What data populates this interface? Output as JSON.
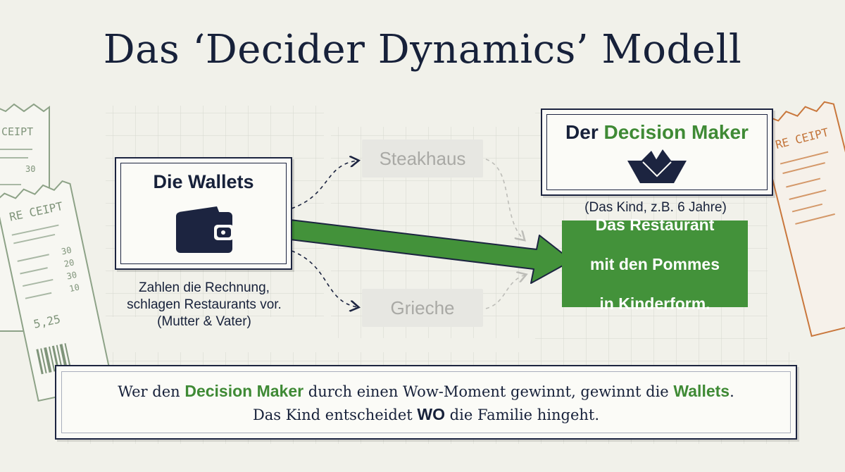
{
  "title": "Das ‘Decider Dynamics’ Modell",
  "wallets": {
    "title": "Die Wallets",
    "caption_line1": "Zahlen die Rechnung,",
    "caption_line2": "schlagen Restaurants vor.",
    "caption_line3": "(Mutter & Vater)"
  },
  "decider": {
    "title_prefix": "Der ",
    "title_highlight": "Decision Maker",
    "caption": "(Das Kind, z.B. 6 Jahre)"
  },
  "options": {
    "top": "Steakhaus",
    "bottom": "Grieche"
  },
  "target": {
    "line1": "Das Restaurant",
    "line2": "mit den Pommes",
    "line3": "in Kinderform."
  },
  "summary": {
    "line1_a": "Wer den ",
    "line1_b": "Decision Maker",
    "line1_c": " durch einen Wow-Moment gewinnt, gewinnt die ",
    "line1_d": "Wallets",
    "line1_e": ".",
    "line2_a": "Das Kind entscheidet ",
    "line2_b": "WO",
    "line2_c": " die Familie hingeht."
  },
  "receipts": {
    "left_back_header": "CEIPT",
    "left_back_value": "30",
    "left_front_header": "RE CEIPT",
    "left_front_values": [
      "30",
      "20",
      "30",
      "10"
    ],
    "left_front_total": "5,25",
    "right_header": "RE CEIPT"
  },
  "colors": {
    "navy": "#17213a",
    "green": "#43923a",
    "ghost": "#e7e7e2",
    "receipt_orange": "#c9773c",
    "receipt_green": "#8da287"
  },
  "icons": {
    "wallet": "wallet-icon",
    "boat": "paper-boat-icon"
  }
}
